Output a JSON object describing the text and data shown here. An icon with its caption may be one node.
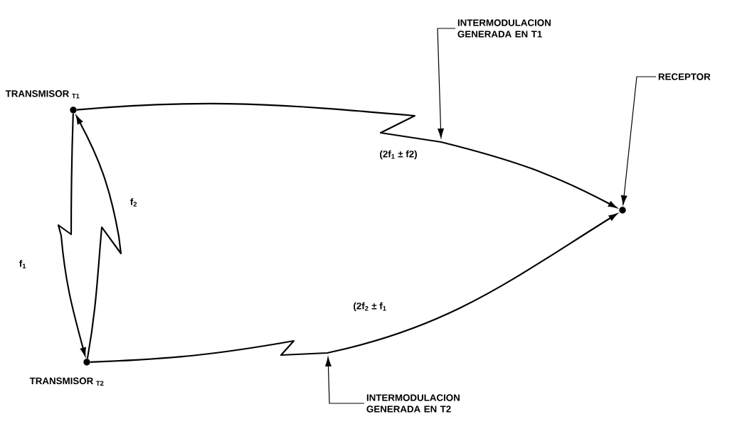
{
  "diagram": {
    "nodes": [
      {
        "text": [
          "TRANSMISOR $_{T1}$"
        ]
      },
      {
        "text": [
          "TRANSMISOR $_{T2}$"
        ]
      },
      {
        "text": [],
        "shape": "circle"
      },
      {
        "text": [
          "RECEPTOR"
        ]
      },
      {
        "text": [
          "INTERMODULACION GENERADA EN T1"
        ]
      },
      {
        "text": [
          "INTERMODULACION GENERADA EN T2"
        ]
      }
    ],
    "edges": [
      {
        "from": 0,
        "to": 2,
        "arrow": "to",
        "label": "(2f$_{1}$ ± f2)"
      },
      {
        "from": 1,
        "to": 2,
        "arrow": "to",
        "label": "(2f$_{2}$ ± f$_{1}$"
      },
      {
        "from": 0,
        "to": 1,
        "arrow": "to",
        "label": "f$_{1}$"
      },
      {
        "from": 1,
        "to": 0,
        "arrow": "to",
        "label": "f$_{2}$"
      },
      {
        "from": 3,
        "to": 2,
        "arrow": "to"
      },
      {
        "from": 4,
        "to": null,
        "arrow": "to"
      },
      {
        "from": 5,
        "to": null,
        "arrow": "to"
      }
    ]
  }
}
